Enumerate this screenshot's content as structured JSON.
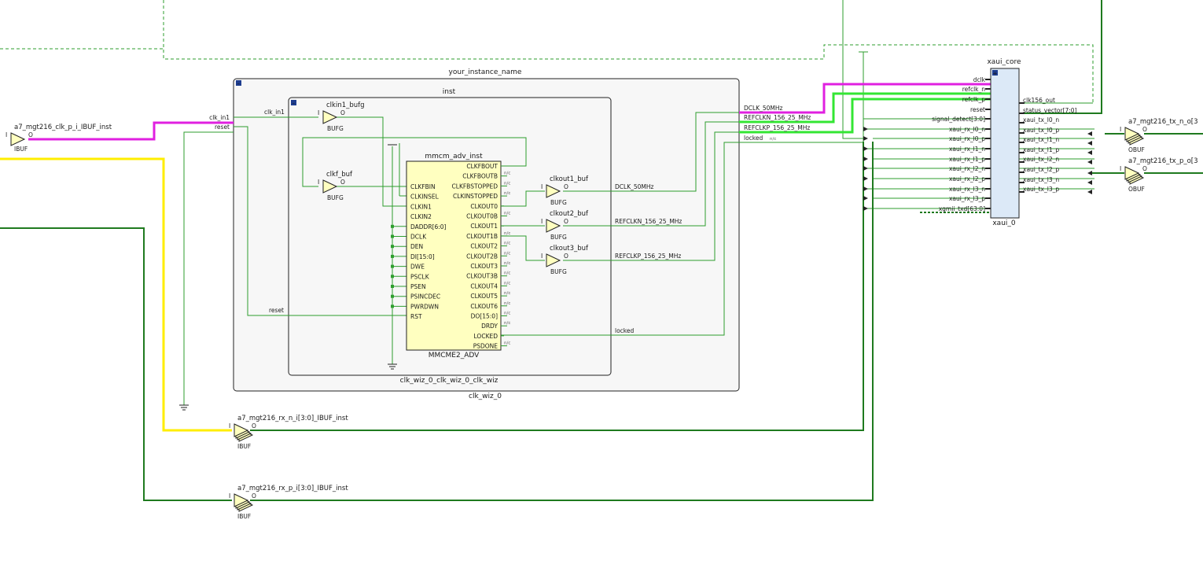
{
  "colors": {
    "wire": "#2e9e2e",
    "wire_thick": "#1f7a1f",
    "clk_wire": "#e020e0",
    "refclk_wire": "#33e633",
    "yellow_wire": "#ffee00",
    "buffer_fill": "#ffffc0",
    "core_fill": "#dce9f7",
    "hier_fill": "#f7f7f7"
  },
  "hierarchy": {
    "outer_instance": "your_instance_name",
    "outer_module": "clk_wiz_0",
    "inner_instance": "inst",
    "inner_module": "clk_wiz_0_clk_wiz_0_clk_wiz"
  },
  "outer_ports": {
    "clk_in1": "clk_in1",
    "reset": "reset",
    "dclk_out": "DCLK_50MHz",
    "refclkn_out": "REFCLKN_156_25_MHz",
    "refclkp_out": "REFCLKP_156_25_MHz",
    "locked_out": "locked",
    "nc": "n/c"
  },
  "inner_nets": {
    "clk_in1": "clk_in1",
    "reset": "reset",
    "dclk": "DCLK_50MHz",
    "refclkn": "REFCLKN_156_25_MHz",
    "refclkp": "REFCLKP_156_25_MHz",
    "locked": "locked"
  },
  "buffers": [
    {
      "id": "clkin1",
      "name": "clkin1_bufg",
      "type": "BUFG",
      "in": "I",
      "out": "O"
    },
    {
      "id": "clkf",
      "name": "clkf_buf",
      "type": "BUFG",
      "in": "I",
      "out": "O"
    },
    {
      "id": "clkout1",
      "name": "clkout1_buf",
      "type": "BUFG",
      "in": "I",
      "out": "O"
    },
    {
      "id": "clkout2",
      "name": "clkout2_buf",
      "type": "BUFG",
      "in": "I",
      "out": "O"
    },
    {
      "id": "clkout3",
      "name": "clkout3_buf",
      "type": "BUFG",
      "in": "I",
      "out": "O"
    }
  ],
  "io_buffers": [
    {
      "id": "clkp",
      "name": "a7_mgt216_clk_p_i_IBUF_inst",
      "type": "IBUF",
      "in": "I",
      "out": "O"
    },
    {
      "id": "rxn",
      "name": "a7_mgt216_rx_n_i[3:0]_IBUF_inst",
      "type": "IBUF",
      "in": "I",
      "out": "O"
    },
    {
      "id": "rxp",
      "name": "a7_mgt216_rx_p_i[3:0]_IBUF_inst",
      "type": "IBUF",
      "in": "I",
      "out": "O"
    },
    {
      "id": "txn",
      "name": "a7_mgt216_tx_n_o[3",
      "type": "OBUF",
      "in": "I",
      "out": "O"
    },
    {
      "id": "txp",
      "name": "a7_mgt216_tx_p_o[3",
      "type": "OBUF",
      "in": "I",
      "out": "O"
    }
  ],
  "mmcm": {
    "instance": "mmcm_adv_inst",
    "type": "MMCME2_ADV",
    "left_pins": [
      "CLKFBIN",
      "CLKINSEL",
      "CLKIN1",
      "CLKIN2",
      "DADDR[6:0]",
      "DCLK",
      "DEN",
      "DI[15:0]",
      "DWE",
      "PSCLK",
      "PSEN",
      "PSINCDEC",
      "PWRDWN",
      "RST"
    ],
    "right_pins": [
      "CLKFBOUT",
      "CLKFBOUTB",
      "CLKFBSTOPPED",
      "CLKINSTOPPED",
      "CLKOUT0",
      "CLKOUT0B",
      "CLKOUT1",
      "CLKOUT1B",
      "CLKOUT2",
      "CLKOUT2B",
      "CLKOUT3",
      "CLKOUT3B",
      "CLKOUT4",
      "CLKOUT5",
      "CLKOUT6",
      "DO[15:0]",
      "DRDY",
      "LOCKED",
      "PSDONE"
    ],
    "nc": "n/c"
  },
  "xaui": {
    "type": "xaui_core",
    "instance": "xaui_0",
    "left_pins": [
      "dclk",
      "refclk_n",
      "refclk_p",
      "reset",
      "signal_detect[3:0]",
      "xaui_rx_l0_n",
      "xaui_rx_l0_p",
      "xaui_rx_l1_n",
      "xaui_rx_l1_p",
      "xaui_rx_l2_n",
      "xaui_rx_l2_p",
      "xaui_rx_l3_n",
      "xaui_rx_l3_p",
      "xgmii_txd[63:0]"
    ],
    "right_pins": [
      "clk156_out",
      "status_vector[7:0]",
      "xaui_tx_l0_n",
      "xaui_tx_l0_p",
      "xaui_tx_l1_n",
      "xaui_tx_l1_p",
      "xaui_tx_l2_n",
      "xaui_tx_l2_p",
      "xaui_tx_l3_n",
      "xaui_tx_l3_p"
    ]
  }
}
